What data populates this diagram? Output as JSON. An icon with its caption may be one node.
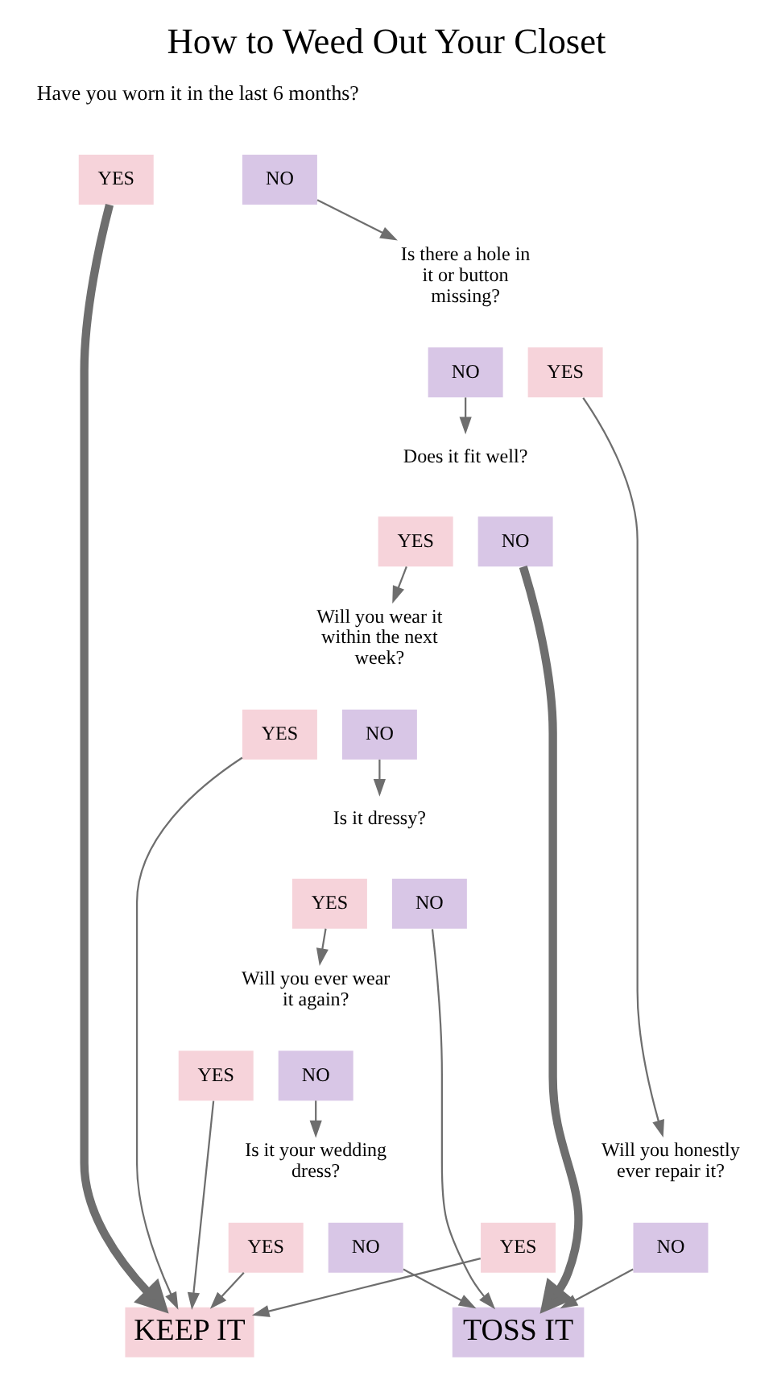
{
  "diagram": {
    "title": "How to Weed Out Your Closet",
    "nodes": [
      {
        "text": [
          "YES"
        ]
      },
      {
        "text": [
          "NO"
        ]
      },
      {
        "text": [
          "Is there a hole in it or button missing?"
        ]
      },
      {
        "text": [
          "YES"
        ]
      },
      {
        "text": [
          "NO"
        ]
      },
      {
        "text": [
          "Does it fit well?"
        ]
      },
      {
        "text": [
          "YES"
        ]
      },
      {
        "text": [
          "NO"
        ]
      },
      {
        "text": [
          "Will you honestly ever repair it?"
        ]
      },
      {
        "text": [
          "YES"
        ]
      },
      {
        "text": [
          "NO"
        ]
      },
      {
        "text": [
          "Will you wear it within the next week?"
        ]
      },
      {
        "text": [
          "YES"
        ]
      },
      {
        "text": [
          "NO"
        ]
      },
      {
        "text": [
          "Is it dressy?"
        ]
      },
      {
        "text": [
          "YES"
        ]
      },
      {
        "text": [
          "NO"
        ]
      },
      {
        "text": [
          "Will you ever wear it again?"
        ]
      },
      {
        "text": [
          "YES"
        ]
      },
      {
        "text": [
          "NO"
        ]
      },
      {
        "text": [
          "Is it your wedding dress?"
        ]
      },
      {
        "text": [
          "YES"
        ]
      },
      {
        "text": [
          "NO"
        ]
      },
      {
        "text": [
          "KEEP IT"
        ]
      },
      {
        "text": [
          "TOSS IT"
        ]
      }
    ],
    "edges": [
      {
        "from": 0,
        "to": 23,
        "arrow": "to",
        "style": "thick"
      },
      {
        "from": 1,
        "to": 2,
        "arrow": "to"
      },
      {
        "from": 3,
        "to": 8,
        "arrow": "to"
      },
      {
        "from": 4,
        "to": 5,
        "arrow": "to"
      },
      {
        "from": 6,
        "to": 11,
        "arrow": "to"
      },
      {
        "from": 7,
        "to": 24,
        "arrow": "to",
        "style": "thick"
      },
      {
        "from": 9,
        "to": 23,
        "arrow": "to"
      },
      {
        "from": 10,
        "to": 24,
        "arrow": "to"
      },
      {
        "from": 12,
        "to": 23,
        "arrow": "to"
      },
      {
        "from": 13,
        "to": 14,
        "arrow": "to"
      },
      {
        "from": 15,
        "to": 17,
        "arrow": "to"
      },
      {
        "from": 16,
        "to": 24,
        "arrow": "to"
      },
      {
        "from": 18,
        "to": 23,
        "arrow": "to"
      },
      {
        "from": 19,
        "to": 20,
        "arrow": "to"
      },
      {
        "from": 21,
        "to": 23,
        "arrow": "to"
      },
      {
        "from": 22,
        "to": 24,
        "arrow": "to"
      }
    ],
    "labels": [
      "Have you worn it in the last 6 months?"
    ]
  }
}
